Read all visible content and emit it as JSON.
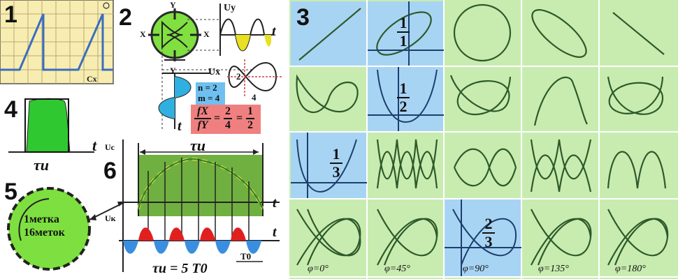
{
  "sections": {
    "s1": "1",
    "s2": "2",
    "s3": "3",
    "s4": "4",
    "s5": "5",
    "s6": "6"
  },
  "panel1": {
    "cx_label": "Cx"
  },
  "panel2": {
    "y_label": "Y",
    "x_label": "X",
    "uy_label": "Uy",
    "ux_label": "Ux",
    "t_label": "t",
    "n_label": "n = 2",
    "m_label": "m = 4",
    "ratio_num_left": "fX",
    "ratio_den_left": "fY",
    "ratio_mid_num": "2",
    "ratio_mid_den": "4",
    "ratio_right_num": "1",
    "ratio_right_den": "2",
    "lobe_v": "2",
    "lobe_h": "4"
  },
  "panel3": {
    "fractions": [
      {
        "num": "1",
        "den": "1"
      },
      {
        "num": "1",
        "den": "2"
      },
      {
        "num": "1",
        "den": "3"
      },
      {
        "num": "2",
        "den": "3"
      }
    ],
    "phases": [
      "φ=0°",
      "φ=45°",
      "φ=90°",
      "φ=135°",
      "φ=180°"
    ]
  },
  "panel4": {
    "tau_label": "τи",
    "t_label": "t"
  },
  "panel5": {
    "mark_line1": "1метка",
    "mark_line2": "16меток"
  },
  "panel6": {
    "uc_label": "Uc",
    "uk_label": "Uк",
    "tau_top": "τи",
    "t_label": "t",
    "tau_formula": "τи = 5 T0",
    "t0_label": "T0"
  }
}
